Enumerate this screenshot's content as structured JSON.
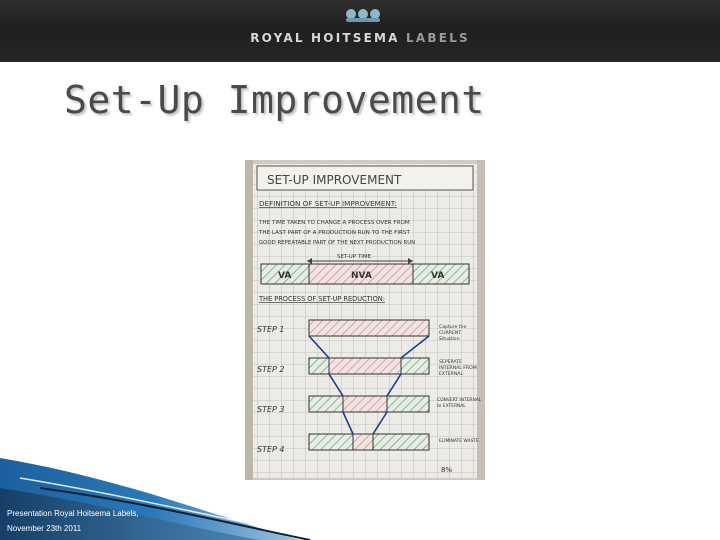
{
  "header": {
    "brand_main": "ROYAL HOITSEMA",
    "brand_suffix": "LABELS",
    "logo_icon": "three-dots-logo-icon"
  },
  "slide": {
    "title": "Set-Up Improvement"
  },
  "photo": {
    "heading": "SET-UP IMPROVEMENT",
    "subheading": "DEFINITION OF SET-UP IMPROVEMENT:",
    "definition_lines": [
      "THE TIME TAKEN TO CHANGE A PROCESS OVER FROM",
      "THE LAST PART OF A PRODUCTION RUN TO THE FIRST",
      "GOOD REPEATABLE PART OF THE NEXT PRODUCTION RUN"
    ],
    "setup_time_label": "SET-UP TIME",
    "bar_segments": [
      "VA",
      "NVA",
      "VA"
    ],
    "process_heading": "THE PROCESS OF SET-UP REDUCTION:",
    "steps": [
      {
        "label": "STEP 1",
        "note_lines": [
          "Capture the",
          "CURRENT",
          "Situation"
        ]
      },
      {
        "label": "STEP 2",
        "note_lines": [
          "SEPERATE",
          "INTERNAL FROM",
          "EXTERNAL"
        ]
      },
      {
        "label": "STEP 3",
        "note_lines": [
          "CONVERT INTERNAL",
          "to EXTERNAL"
        ]
      },
      {
        "label": "STEP 4",
        "note_lines": [
          "ELIMINATE WASTE"
        ]
      }
    ],
    "final_value": "8%"
  },
  "footer": {
    "line1": "Presentation Royal Hoitsema Labels,",
    "line2": "November 23th 2011"
  },
  "colors": {
    "header_bg": "#262626",
    "logo": "#8fb7c8",
    "title": "#4a4a4a",
    "footer_blue": "#1c5f9e",
    "marker_blue": "#1d3e8a",
    "hatch_green": "#6f9a6c",
    "hatch_pink": "#c98a8a"
  }
}
